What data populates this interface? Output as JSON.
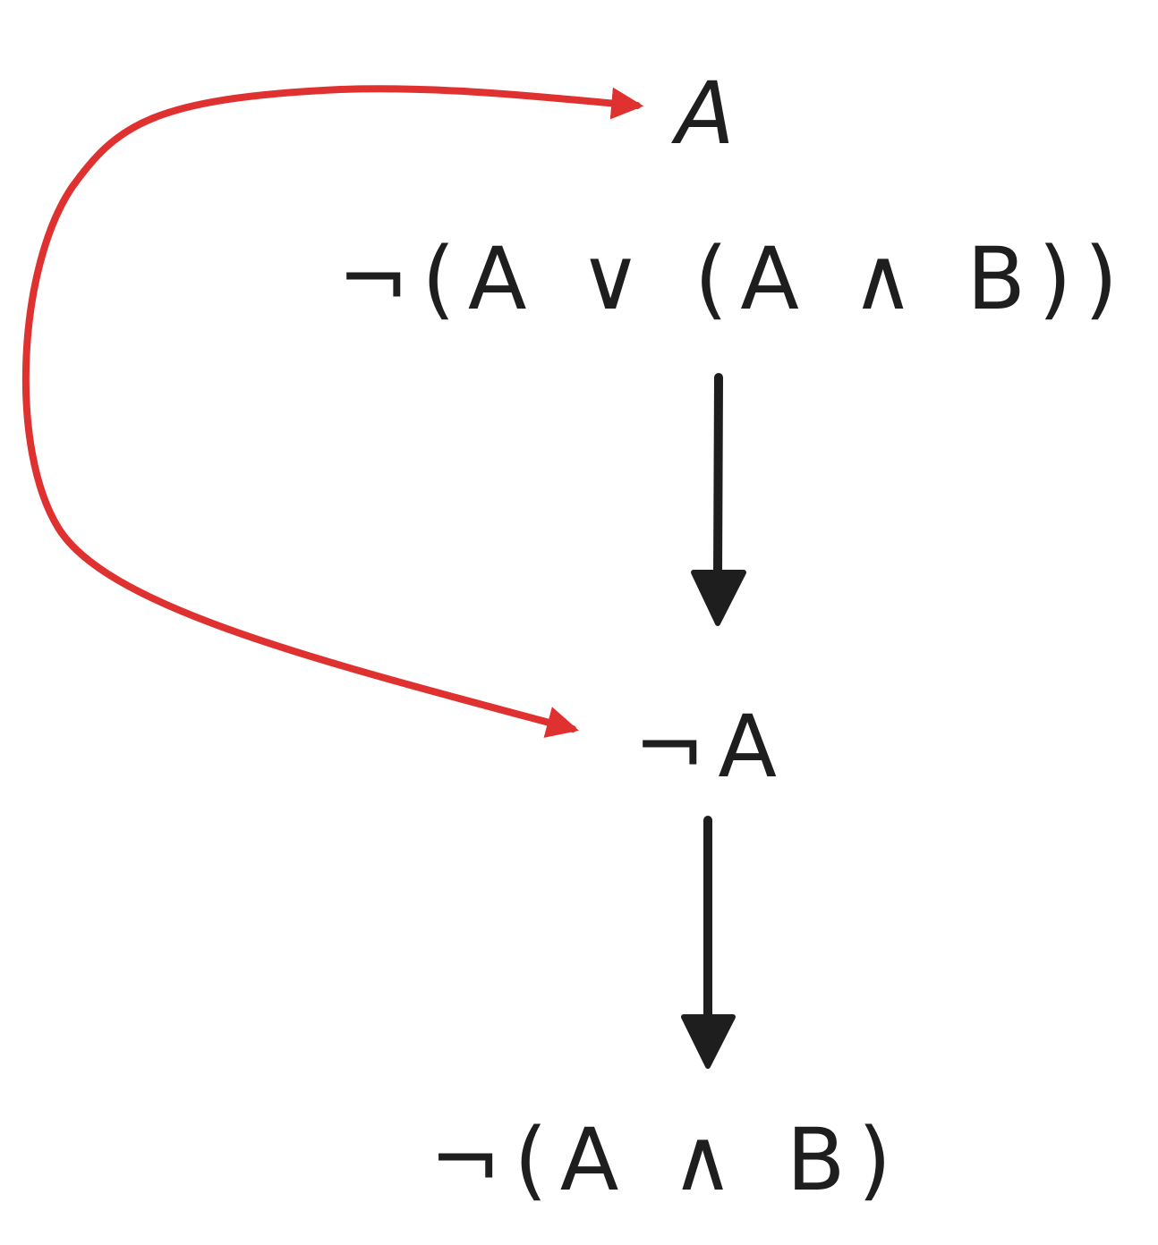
{
  "nodes": {
    "top": "A",
    "premise": "¬(A ∨ (A ∧ B))",
    "middle": "¬A",
    "bottom": "¬(A ∧ B)"
  },
  "colors": {
    "ink": "#1e1e1e",
    "contradiction_arrow": "#e03131",
    "background": "#ffffff"
  }
}
